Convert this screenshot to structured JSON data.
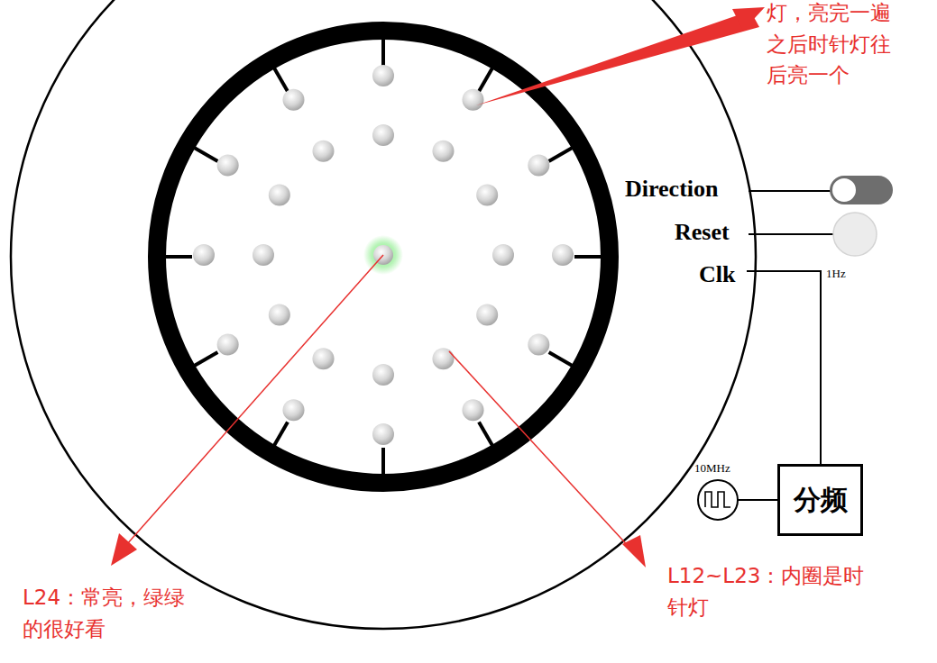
{
  "diagram": {
    "nodes": [
      {
        "text": [
          "分频"
        ]
      }
    ],
    "labels": [
      "灯，亮完一遍 之后时针灯往 后亮一个",
      "Direction",
      "Reset",
      "Clk",
      "1Hz",
      "10MHz",
      "L24：常亮，绿绿 的很好看",
      "L12~L23：内圈是时 针灯"
    ]
  }
}
